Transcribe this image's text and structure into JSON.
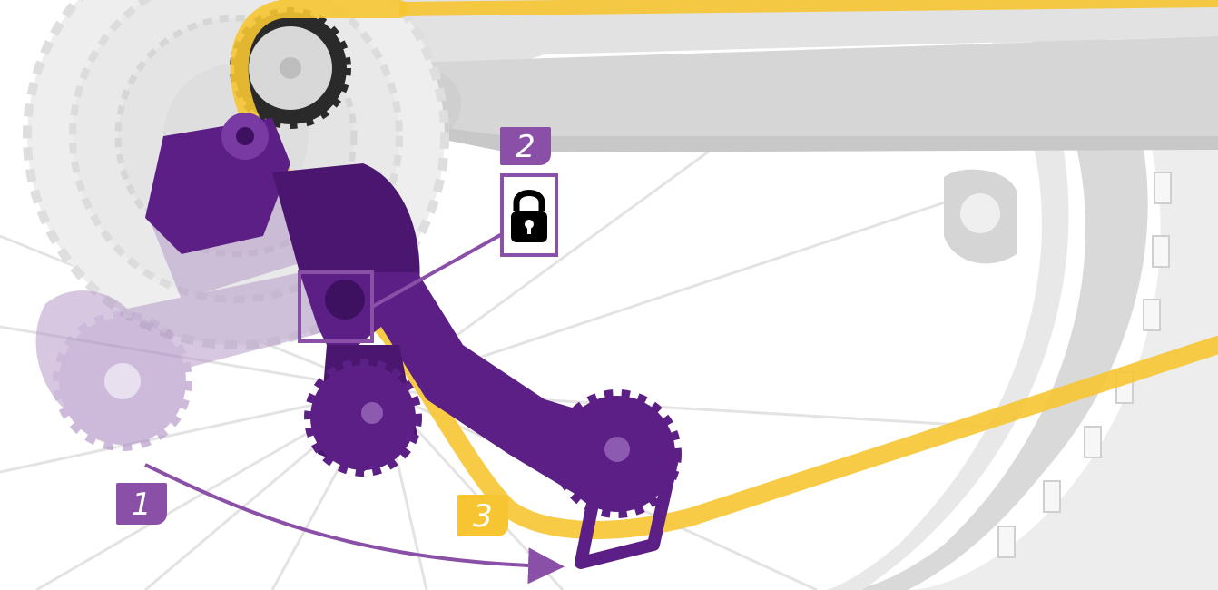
{
  "callouts": {
    "step1": "1",
    "step2": "2",
    "step3": "3"
  },
  "icons": {
    "lock": "lock-icon",
    "arrow": "curved-arrow-icon"
  },
  "colors": {
    "derailleur_purple": "#5c1f86",
    "accent_purple": "#8a4fa6",
    "chain_yellow": "#f6c531",
    "frame_gray": "#dcdcdc"
  }
}
